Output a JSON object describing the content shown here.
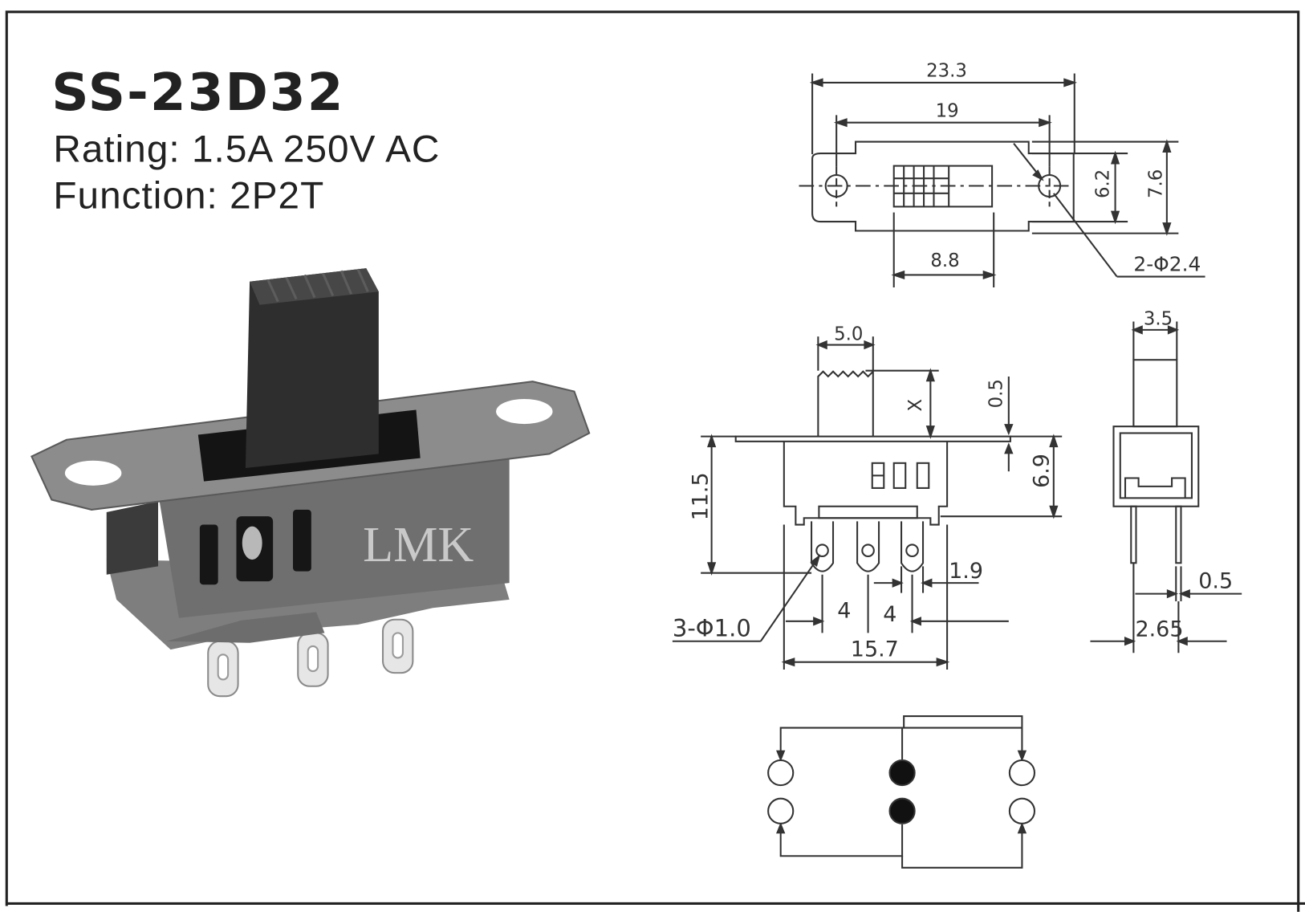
{
  "title": "SS-23D32",
  "rating": "Rating: 1.5A 250V AC",
  "function": "Function: 2P2T",
  "product_mark": "LMK",
  "top_view": {
    "overall_length": "23.3",
    "hole_spacing": "19",
    "inner_height": "6.2",
    "outer_height": "7.6",
    "slot_width": "8.8",
    "mount_holes": "2-Φ2.4"
  },
  "front_view": {
    "actuator_width": "5.0",
    "plate_thickness": "0.5",
    "actuator_height": "X",
    "overall_height": "11.5",
    "body_height": "6.9",
    "terminal_width": "1.9",
    "pitch_1": "4",
    "pitch_2": "4",
    "terminal_holes": "3-Φ1.0",
    "body_length": "15.7"
  },
  "side_view": {
    "actuator_thickness": "3.5",
    "terminal_thickness": "0.5",
    "terminal_spacing": "2.65"
  },
  "schematic": {
    "contacts": [
      "open",
      "common",
      "open",
      "open",
      "common",
      "open"
    ]
  }
}
